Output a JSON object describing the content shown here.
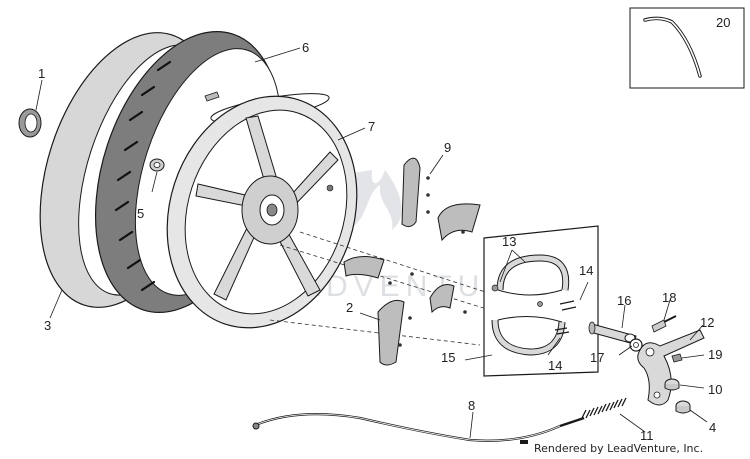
{
  "diagram": {
    "callouts": [
      {
        "id": "1",
        "label": "1"
      },
      {
        "id": "2",
        "label": "2"
      },
      {
        "id": "3",
        "label": "3"
      },
      {
        "id": "4",
        "label": "4"
      },
      {
        "id": "5",
        "label": "5"
      },
      {
        "id": "6",
        "label": "6"
      },
      {
        "id": "7",
        "label": "7"
      },
      {
        "id": "8",
        "label": "8"
      },
      {
        "id": "9",
        "label": "9"
      },
      {
        "id": "10",
        "label": "10"
      },
      {
        "id": "11",
        "label": "11"
      },
      {
        "id": "12",
        "label": "12"
      },
      {
        "id": "13",
        "label": "13"
      },
      {
        "id": "14a",
        "label": "14"
      },
      {
        "id": "14b",
        "label": "14"
      },
      {
        "id": "15",
        "label": "15"
      },
      {
        "id": "16",
        "label": "16"
      },
      {
        "id": "17",
        "label": "17"
      },
      {
        "id": "18",
        "label": "18"
      },
      {
        "id": "19",
        "label": "19"
      },
      {
        "id": "20",
        "label": "20"
      }
    ],
    "watermark": "ADVENTURE",
    "credit": "Rendered by LeadVenture, Inc."
  },
  "colors": {
    "tire_outer": "#d7d7d7",
    "tire_tread": "#7d7d7d",
    "rim": "#e6e6e6",
    "line": "#1a1a1a",
    "shoe_gray": "#bdbdbd",
    "watermark": "#cfd3d8"
  }
}
